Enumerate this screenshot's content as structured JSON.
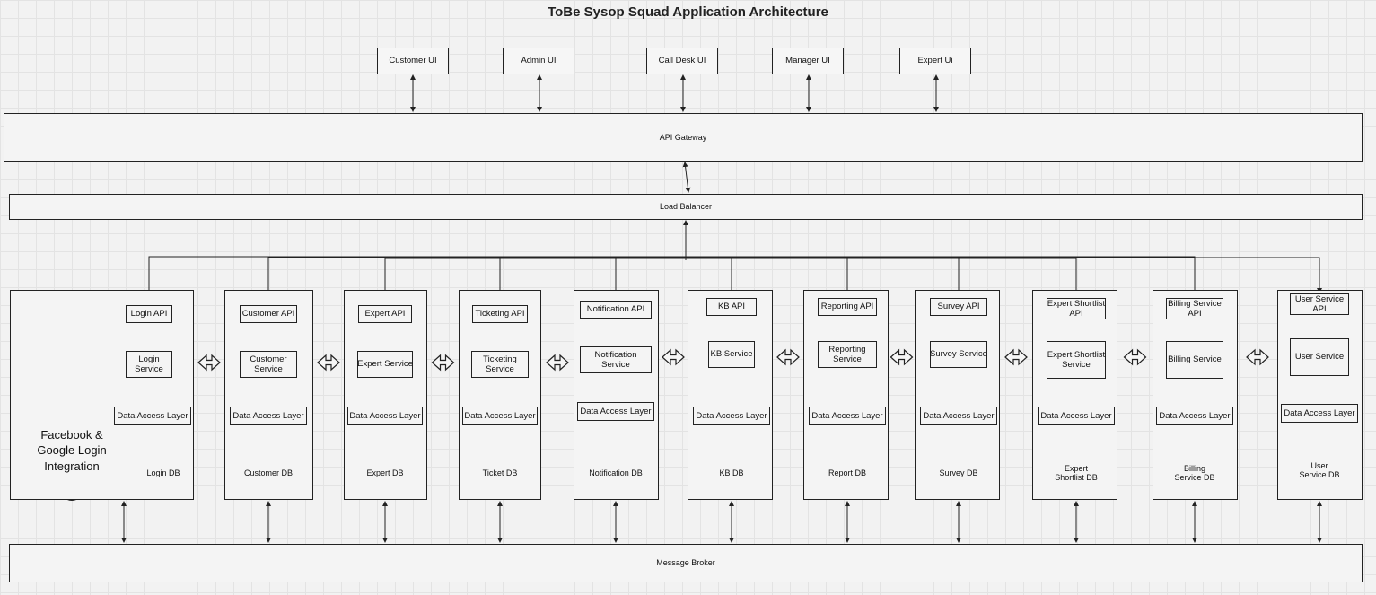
{
  "title": "ToBe Sysop Squad Application Architecture",
  "ui_clients": [
    "Customer UI",
    "Admin UI",
    "Call Desk UI",
    "Manager UI",
    "Expert Ui"
  ],
  "api_gateway": "API Gateway",
  "load_balancer": "Load Balancer",
  "message_broker": "Message Broker",
  "external": "Facebook & Google Login Integration",
  "services": [
    {
      "api": "Login API",
      "service": "Login Service",
      "dal": "Data Access Layer",
      "db": "Login DB"
    },
    {
      "api": "Customer API",
      "service": "Customer Service",
      "dal": "Data Access Layer",
      "db": "Customer DB"
    },
    {
      "api": "Expert API",
      "service": "Expert Service",
      "dal": "Data Access Layer",
      "db": "Expert DB"
    },
    {
      "api": "Ticketing API",
      "service": "Ticketing Service",
      "dal": "Data Access Layer",
      "db": "Ticket DB"
    },
    {
      "api": "Notification API",
      "service": "Notification Service",
      "dal": "Data Access Layer",
      "db": "Notification DB"
    },
    {
      "api": "KB API",
      "service": "KB Service",
      "dal": "Data Access Layer",
      "db": "KB DB"
    },
    {
      "api": "Reporting API",
      "service": "Reporting Service",
      "dal": "Data Access Layer",
      "db": "Report DB"
    },
    {
      "api": "Survey API",
      "service": "Survey Service",
      "dal": "Data Access Layer",
      "db": "Survey DB"
    },
    {
      "api": "Expert Shortlist API",
      "service": "Expert Shortlist Service",
      "dal": "Data Access Layer",
      "db": "Expert Shortlist DB"
    },
    {
      "api": "Billing Service API",
      "service": "Billing Service",
      "dal": "Data Access Layer",
      "db": "Billing Service DB"
    },
    {
      "api": "User Service API",
      "service": "User Service",
      "dal": "Data Access Layer",
      "db": "User Service DB"
    }
  ]
}
